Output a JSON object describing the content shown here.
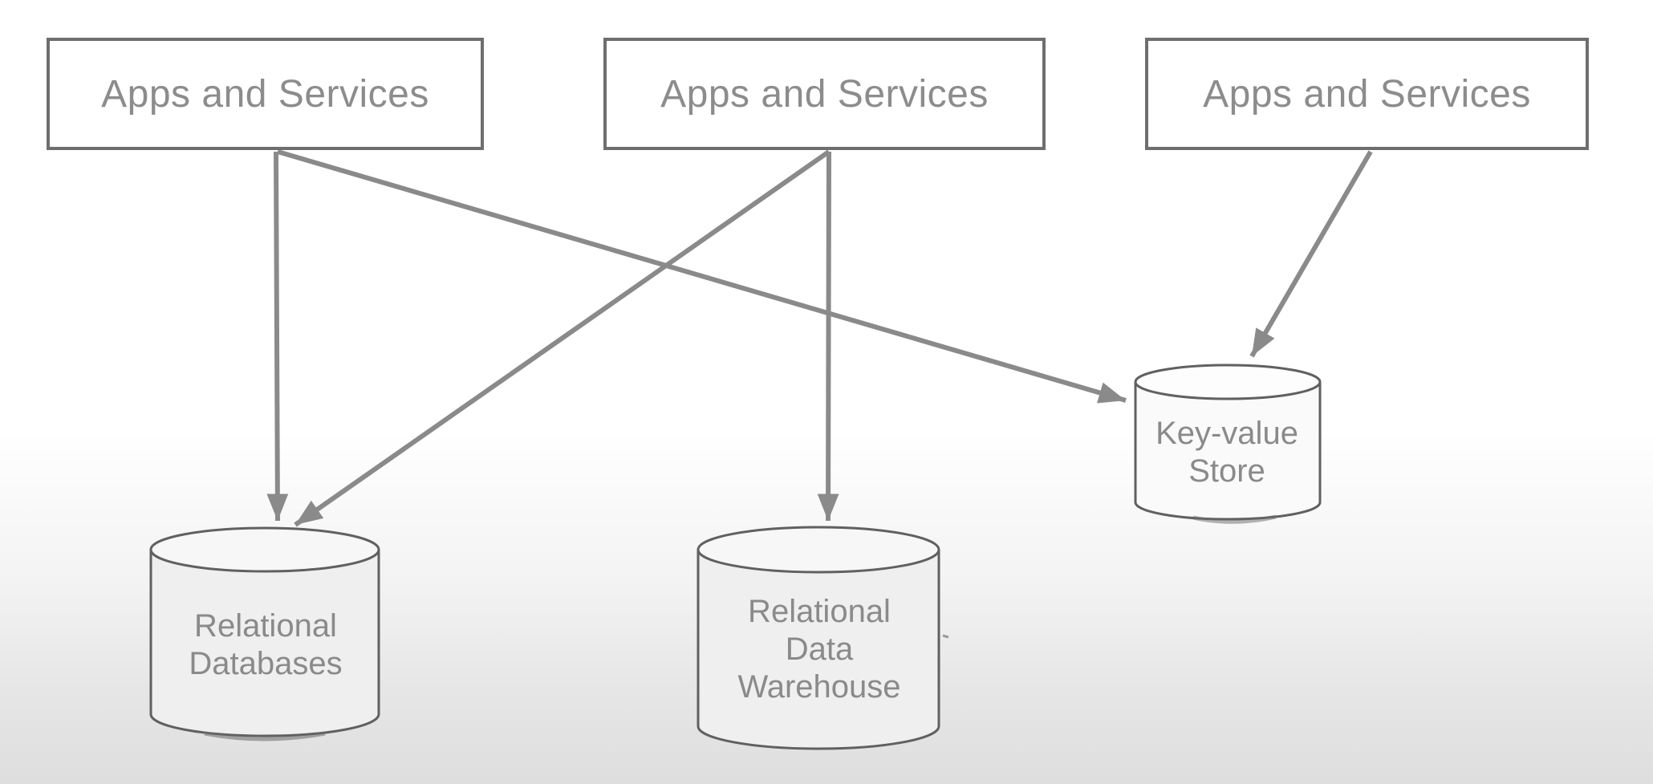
{
  "app_boxes": [
    {
      "id": "apps-and-services-1",
      "label": "Apps and Services"
    },
    {
      "id": "apps-and-services-2",
      "label": "Apps and Services"
    },
    {
      "id": "apps-and-services-3",
      "label": "Apps and Services"
    }
  ],
  "data_stores": [
    {
      "id": "relational-databases",
      "label_lines": [
        "Relational",
        "Databases"
      ]
    },
    {
      "id": "relational-data-warehouse",
      "label_lines": [
        "Relational",
        "Data",
        "Warehouse"
      ]
    },
    {
      "id": "key-value-store",
      "label_lines": [
        "Key-value",
        "Store"
      ]
    }
  ],
  "connections": [
    {
      "from": "apps-and-services-1",
      "to": "relational-databases"
    },
    {
      "from": "apps-and-services-1",
      "to": "key-value-store"
    },
    {
      "from": "apps-and-services-2",
      "to": "relational-data-warehouse"
    },
    {
      "from": "apps-and-services-2",
      "to": "relational-databases"
    },
    {
      "from": "apps-and-services-3",
      "to": "key-value-store"
    }
  ],
  "colors": {
    "arrow": "#8a8a8a",
    "box_border": "#6e6e6e",
    "cylinder_stroke": "#606060",
    "label_text": "#8a8a8a",
    "background_top": "#ffffff",
    "background_bottom": "#dedede"
  }
}
